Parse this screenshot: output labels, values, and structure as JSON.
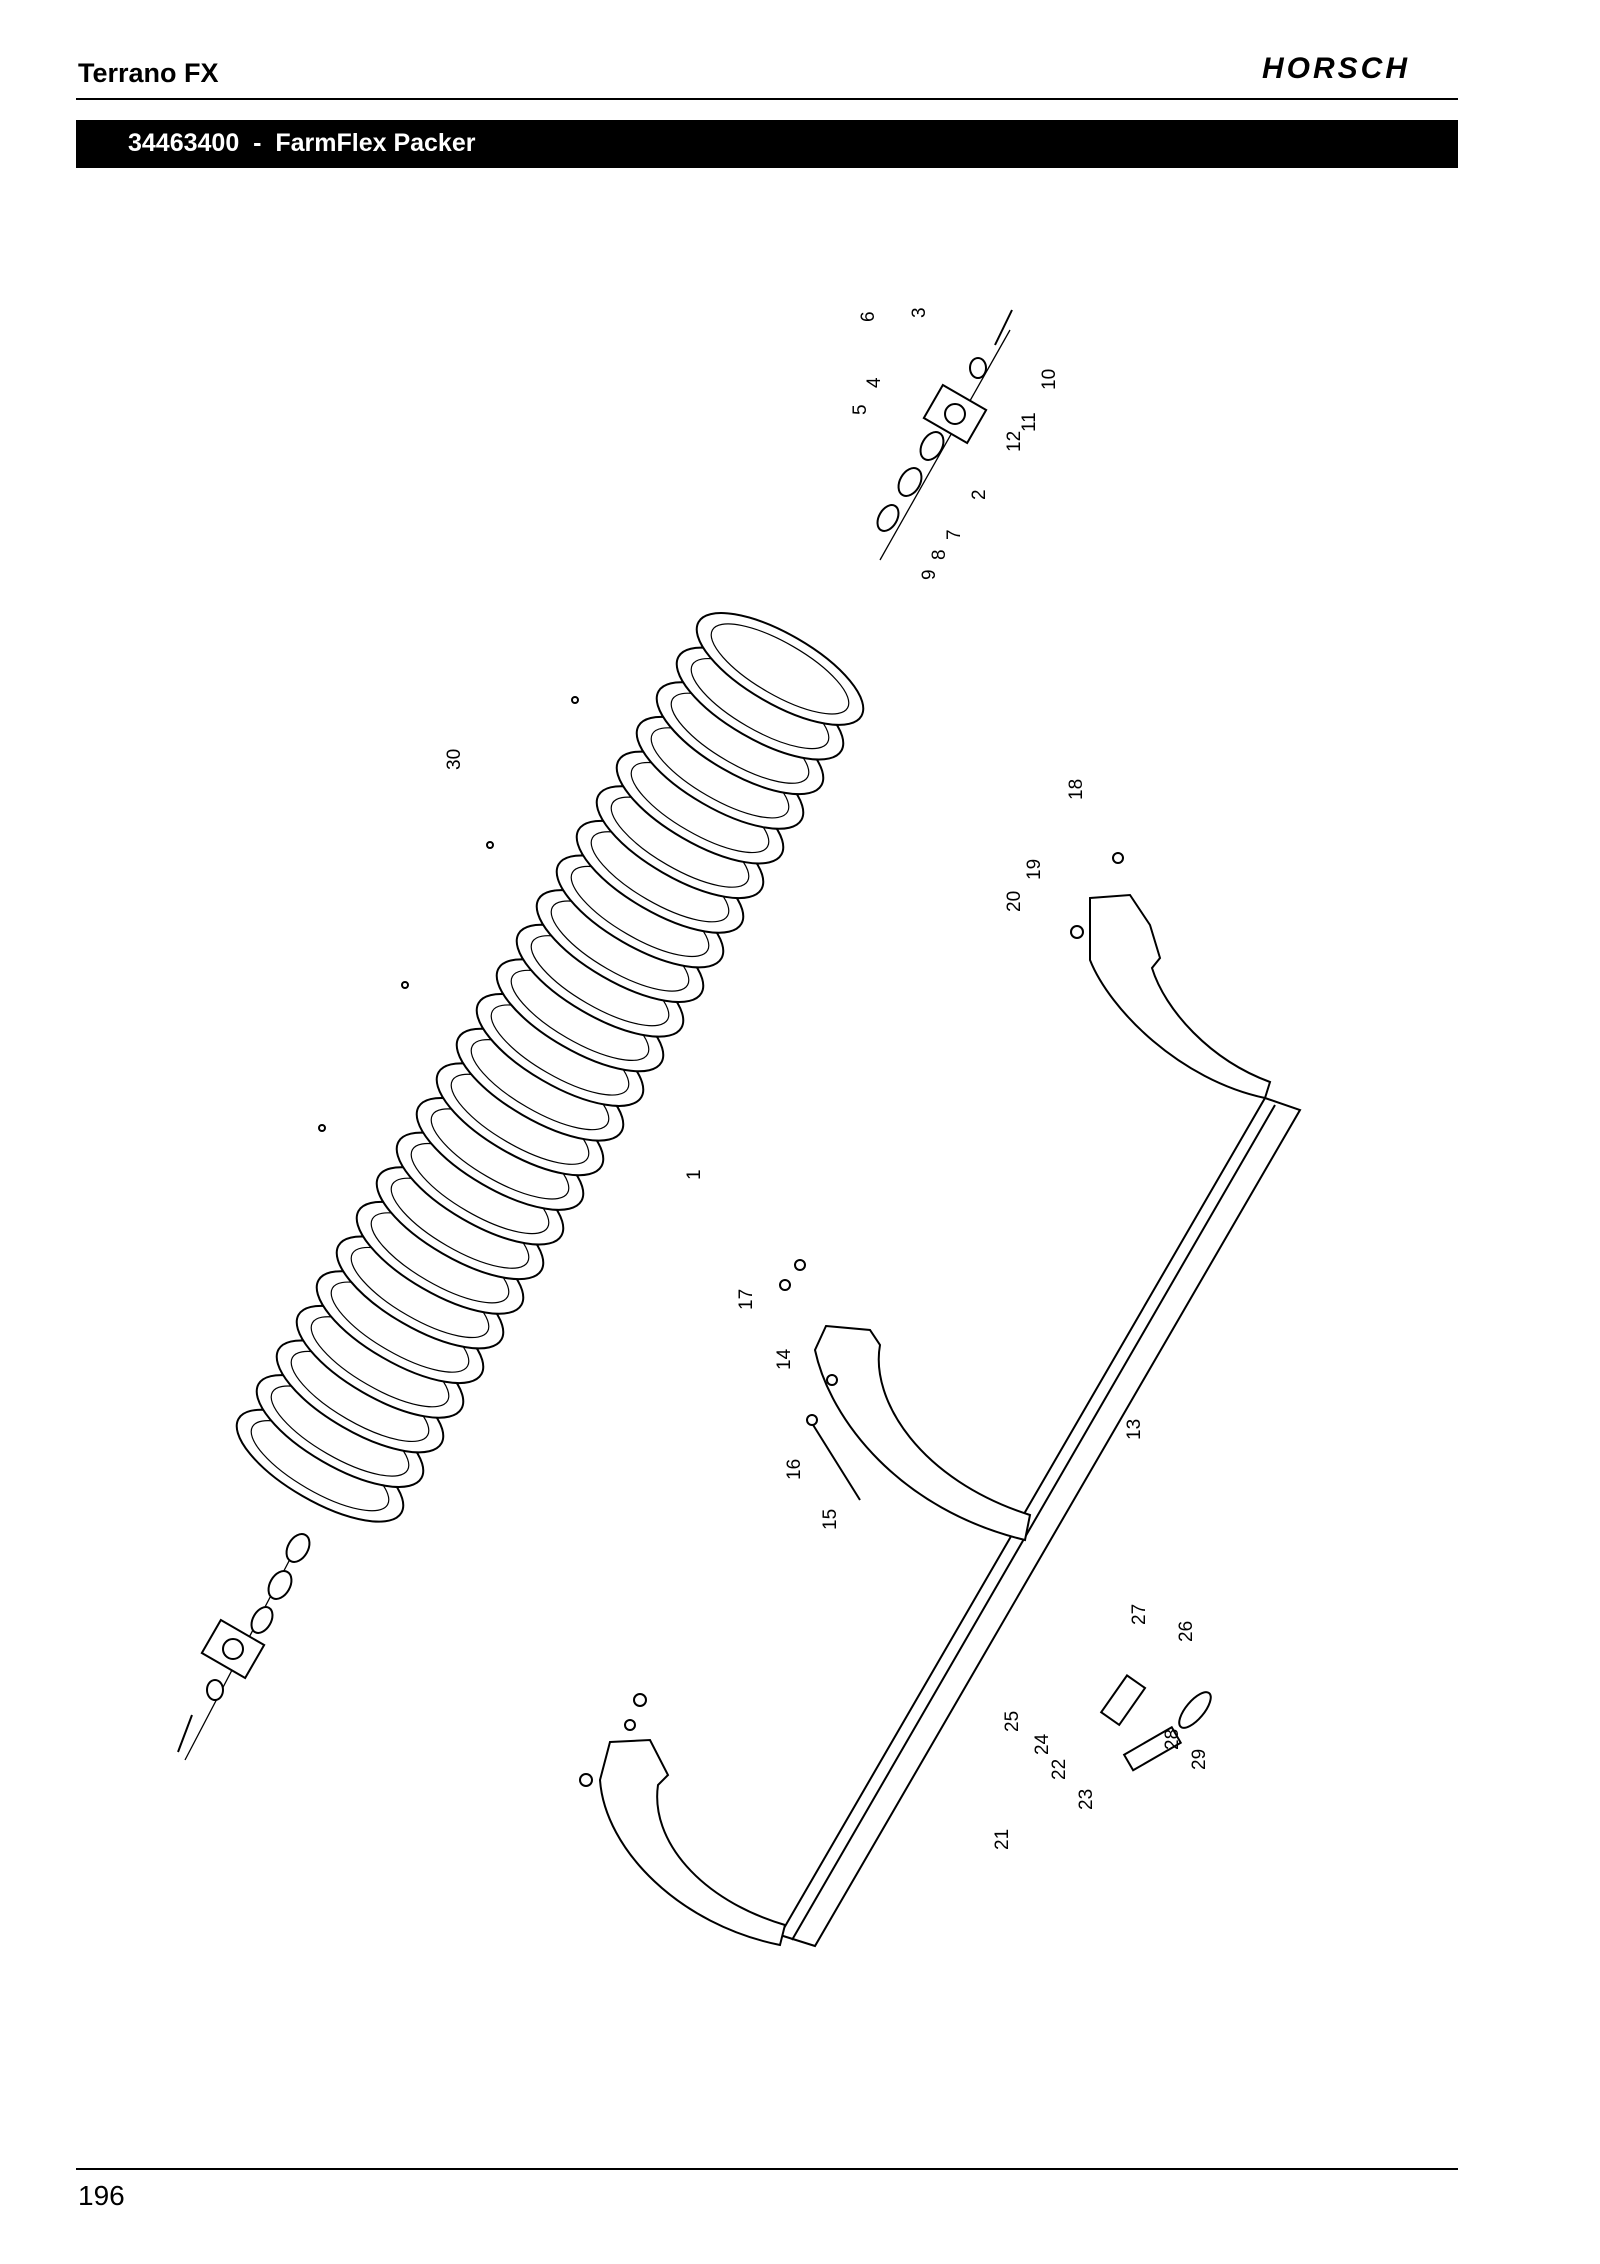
{
  "header": {
    "title": "Terrano FX",
    "brand": "HORSCH"
  },
  "section": {
    "title": "34463400  -  FarmFlex Packer"
  },
  "diagram": {
    "callouts": [
      "1",
      "2",
      "3",
      "4",
      "5",
      "6",
      "7",
      "8",
      "9",
      "10",
      "11",
      "12",
      "13",
      "14",
      "15",
      "16",
      "17",
      "18",
      "19",
      "20",
      "21",
      "22",
      "23",
      "24",
      "25",
      "26",
      "27",
      "28",
      "29",
      "30"
    ]
  },
  "footer": {
    "page_number": "196"
  }
}
